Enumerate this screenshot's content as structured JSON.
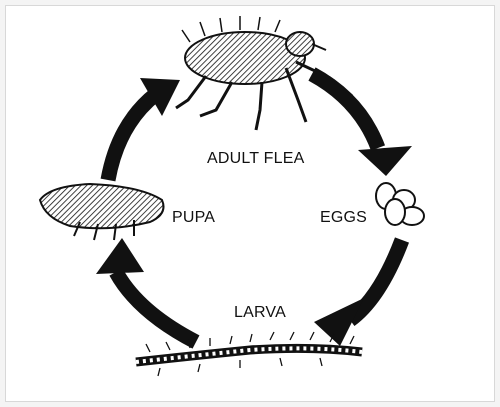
{
  "diagram": {
    "stages": {
      "adult": "ADULT FLEA",
      "eggs": "EGGS",
      "larva": "LARVA",
      "pupa": "PUPA"
    },
    "icons": {
      "adult": "flea-icon",
      "eggs": "eggs-icon",
      "larva": "larva-icon",
      "pupa": "pupa-icon"
    },
    "colors": {
      "ink": "#111111",
      "background": "#ffffff",
      "border": "#d8d8d8"
    }
  }
}
